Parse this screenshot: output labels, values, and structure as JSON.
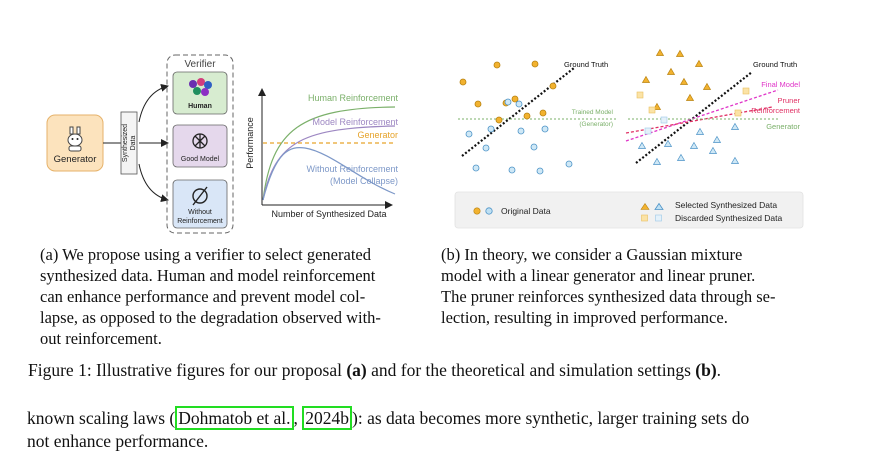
{
  "panel_a": {
    "verifier_title": "Verifier",
    "generator_label": "Generator",
    "synth_label_line1": "Synthesized",
    "synth_label_line2": "Data",
    "human_label": "Human",
    "good_model_label": "Good Model",
    "without_label_line1": "Without",
    "without_label_line2": "Reinforcement",
    "plot": {
      "ylabel": "Performance",
      "xlabel": "Number of Synthesized Data",
      "curve_human": "Human Reinforcement",
      "curve_model": "Model Reinforcement",
      "curve_generator": "Generator",
      "curve_without_line1": "Without Reinforcement",
      "curve_without_line2": "(Model Collapse)"
    }
  },
  "panel_b": {
    "left_ground_truth": "Ground Truth",
    "left_trained_model_line1": "Trained Model",
    "left_trained_model_line2": "(Generator)",
    "right_ground_truth": "Ground Truth",
    "right_final_model": "Final Model",
    "right_pruner_line1": "Pruner",
    "right_pruner_line2": "Reinforcement",
    "right_generator": "Generator",
    "legend_original": "Original Data",
    "legend_selected": "Selected Synthesized Data",
    "legend_discarded": "Discarded Synthesized Data"
  },
  "colors": {
    "generator_box": "#fce3bd",
    "human_box": "#d7ecd0",
    "model_box": "#e5d8ec",
    "without_box": "#d9e6f7",
    "human_curve": "#7bb06a",
    "model_curve": "#9d87c2",
    "generator_curve": "#e6a32a",
    "without_curve": "#7d98c8",
    "orange_point": "#f2b22f",
    "blue_point": "#78b7de",
    "final_model": "#e035c8",
    "pruner": "#e03064"
  },
  "captions": {
    "a": [
      "(a) We propose using a verifier to select generated",
      "synthesized data. Human and model reinforcement",
      "can enhance performance and prevent model col-",
      "lapse, as opposed to the degradation observed with-",
      "out reinforcement."
    ],
    "b": [
      "(b) In theory, we consider a Gaussian mixture",
      "model with a linear generator and linear pruner.",
      "The pruner reinforces synthesized data through se-",
      "lection, resulting in improved performance."
    ],
    "figure_pre": "Figure 1: Illustrative figures for our proposal ",
    "figure_a": "(a)",
    "figure_mid": " and for the theoretical and simulation settings ",
    "figure_b": "(b)",
    "figure_end": "."
  },
  "body": {
    "pre": "known scaling laws (",
    "ref1": "Dohmatob et al.",
    "comma": ", ",
    "ref2": "2024b",
    "post_line1": "): as data becomes more synthetic, larger training sets do",
    "line2": "not enhance performance."
  }
}
